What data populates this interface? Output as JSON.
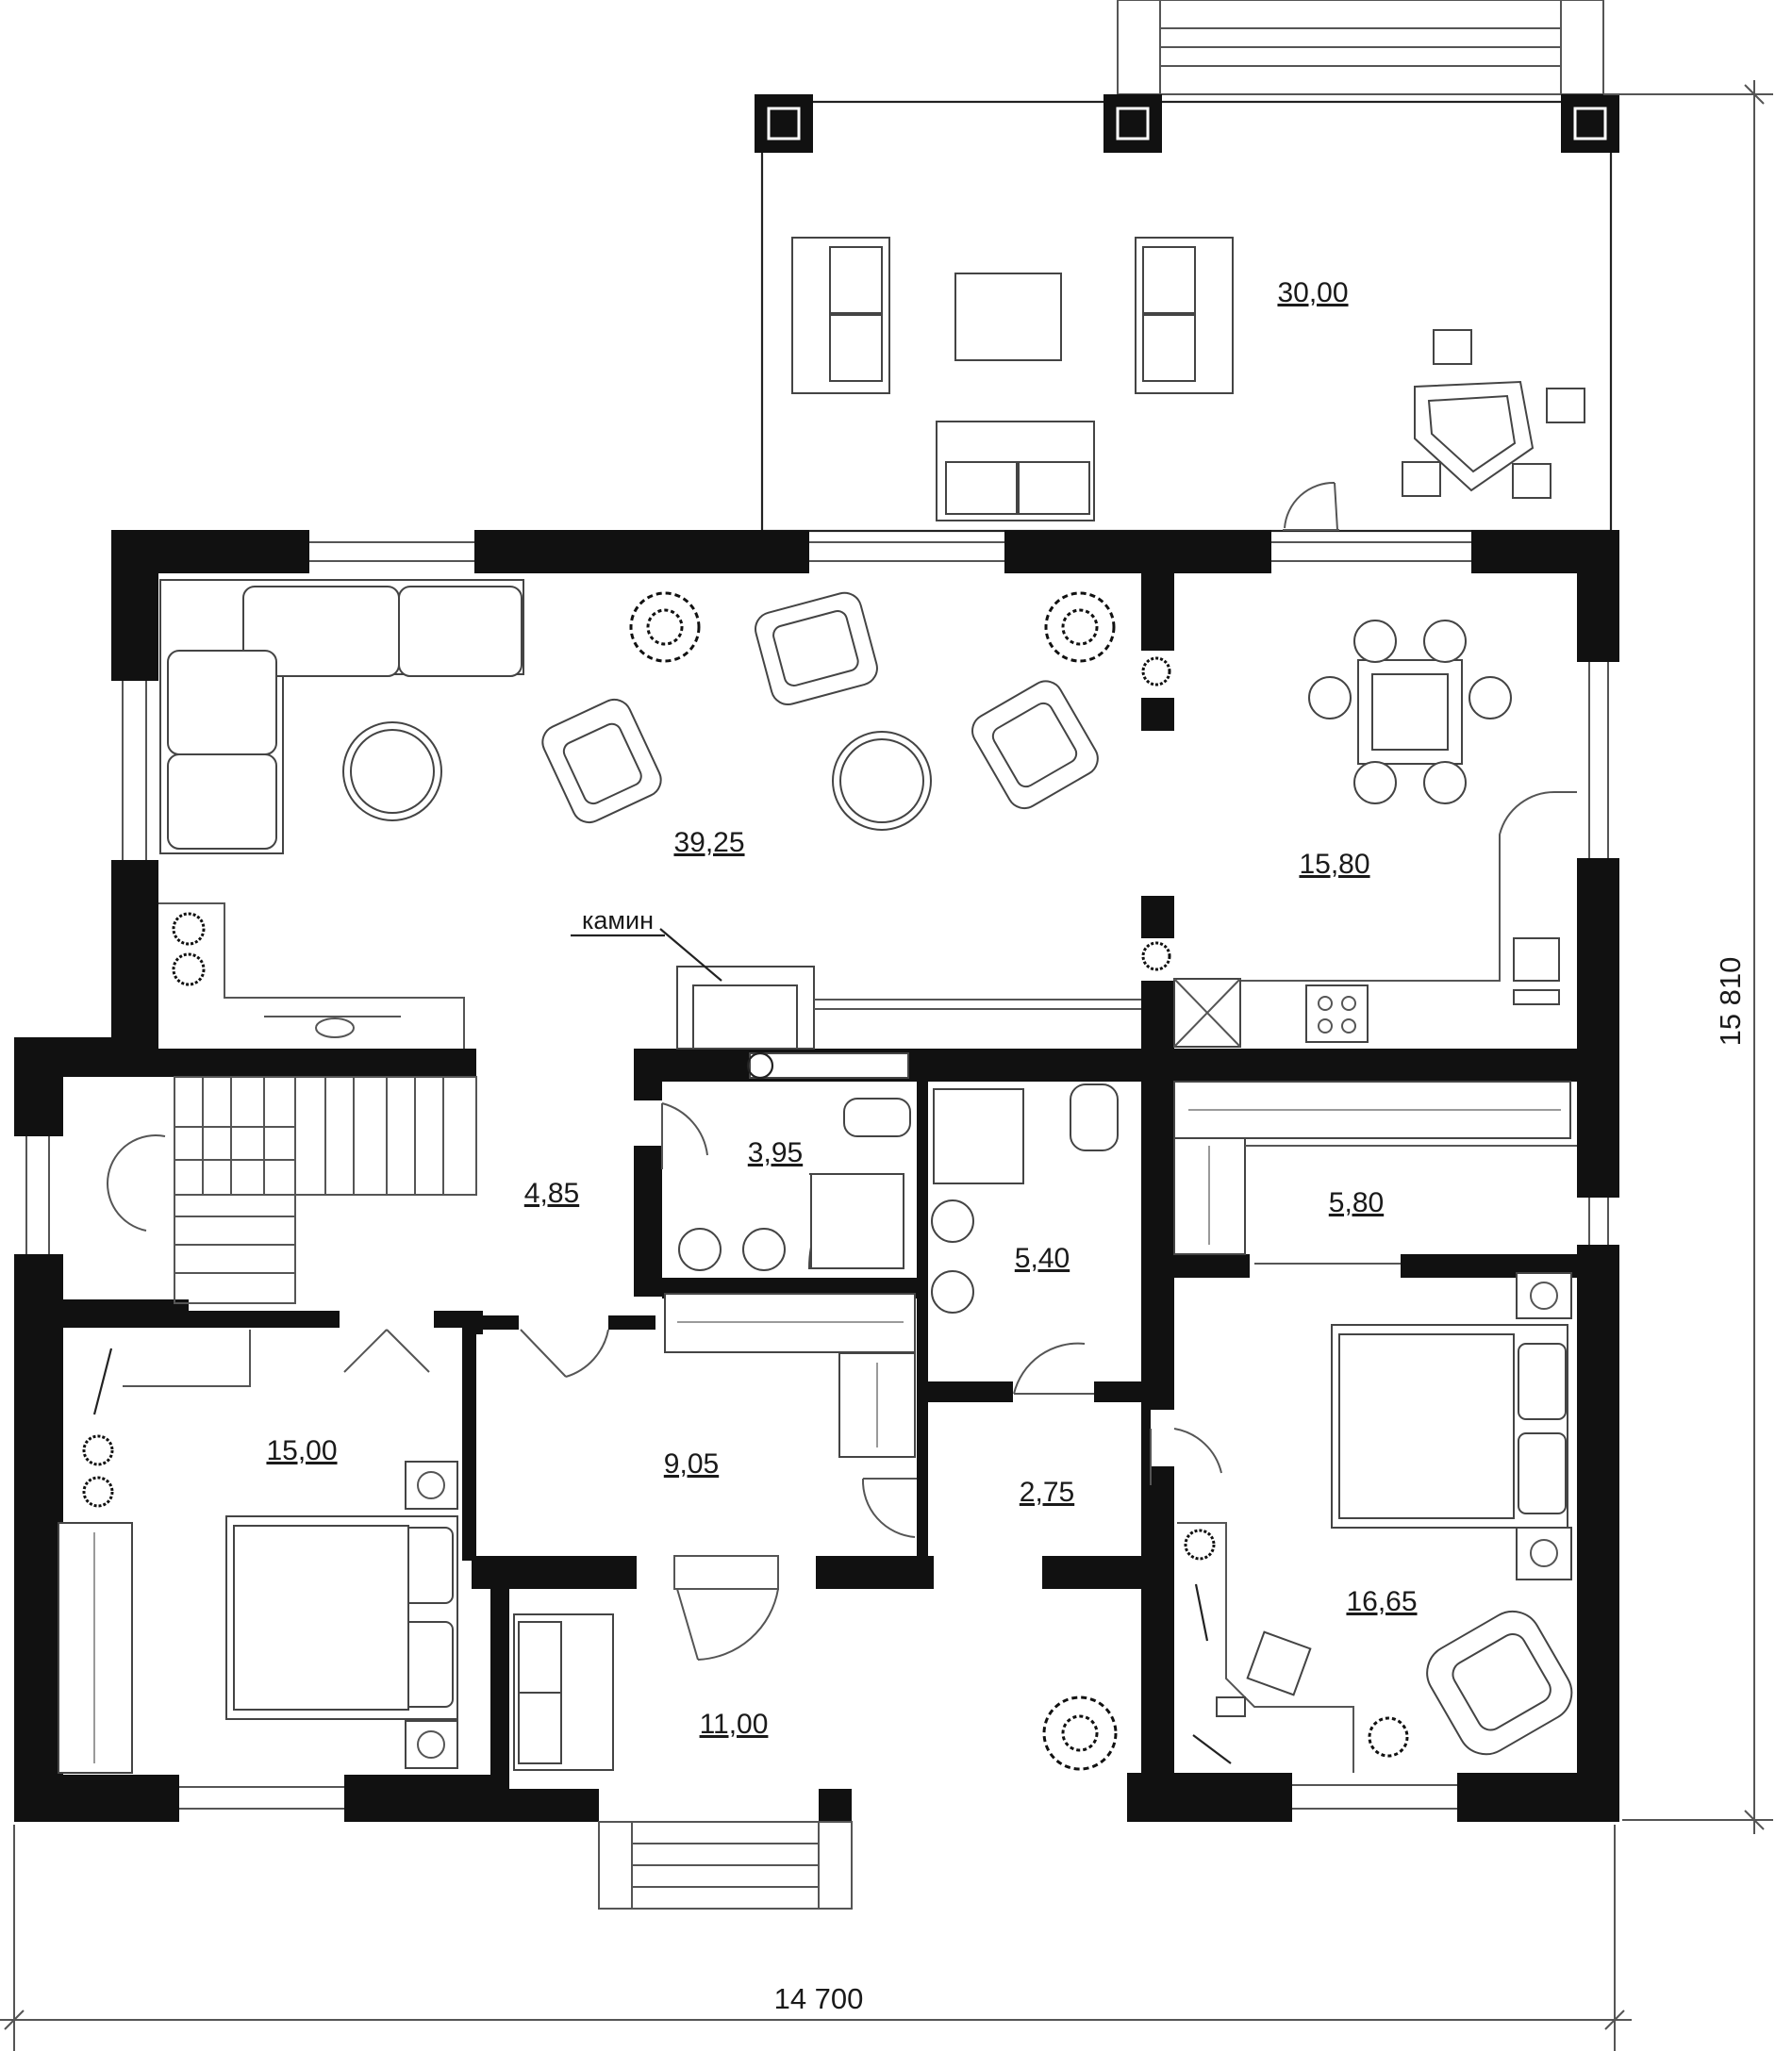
{
  "plan": {
    "overall_width": "14 700",
    "overall_depth": "15 810",
    "fireplace_label": "камин",
    "rooms": [
      {
        "id": "terrace",
        "area": "30,00"
      },
      {
        "id": "living-room",
        "area": "39,25"
      },
      {
        "id": "kitchen-dining",
        "area": "15,80"
      },
      {
        "id": "hall",
        "area": "4,85"
      },
      {
        "id": "bathroom-1",
        "area": "3,95"
      },
      {
        "id": "bathroom-2",
        "area": "5,40"
      },
      {
        "id": "wardrobe-1",
        "area": "5,80"
      },
      {
        "id": "bedroom-1",
        "area": "15,00"
      },
      {
        "id": "corridor",
        "area": "9,05"
      },
      {
        "id": "utility",
        "area": "2,75"
      },
      {
        "id": "bedroom-2",
        "area": "16,65"
      },
      {
        "id": "entrance-hall",
        "area": "11,00"
      }
    ]
  }
}
